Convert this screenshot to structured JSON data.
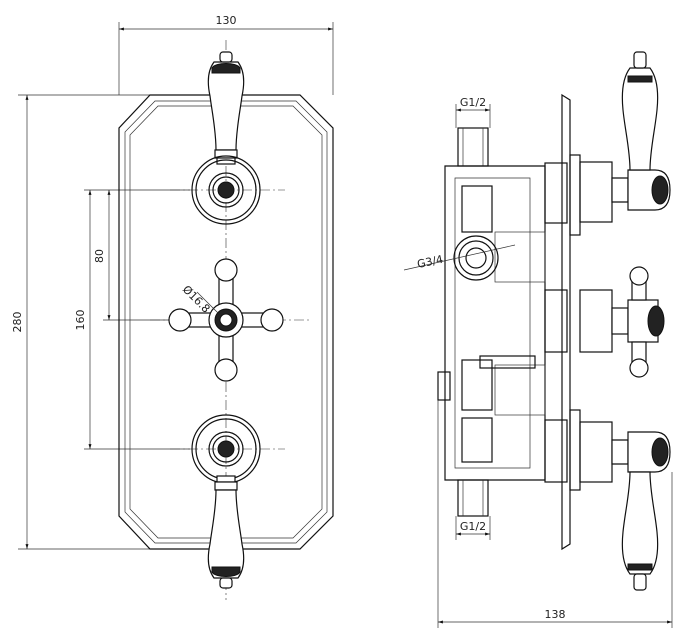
{
  "front_view": {
    "dim_width": "130",
    "dim_height": "280",
    "dim_spacing_80": "80",
    "dim_spacing_160": "160",
    "dim_diameter": "Ø16.8"
  },
  "side_view": {
    "dim_inlet_top": "G1/2",
    "dim_outlet": "G3/4",
    "dim_inlet_bottom": "G1/2",
    "dim_depth": "138"
  },
  "colors": {
    "line": "#111111",
    "fill": "#222222",
    "background": "#ffffff"
  }
}
